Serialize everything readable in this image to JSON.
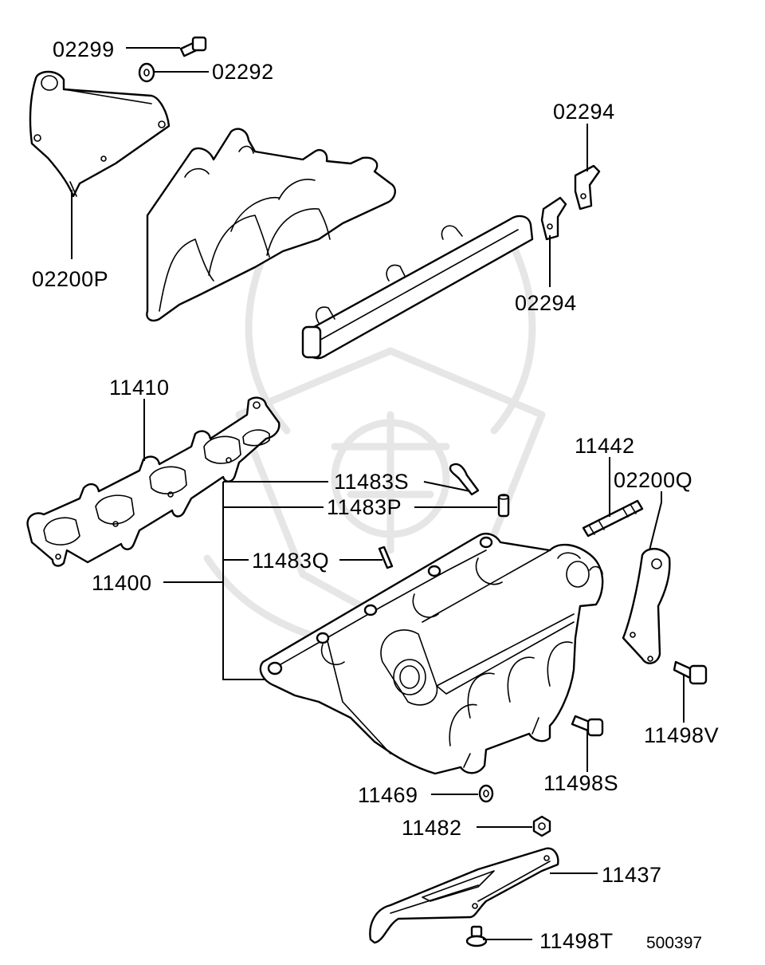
{
  "labels": {
    "p02299": "02299",
    "p02292": "02292",
    "p02200P": "02200P",
    "p02294_top": "02294",
    "p02294_bottom": "02294",
    "p11410": "11410",
    "p11442": "11442",
    "p02200Q": "02200Q",
    "p11483S": "11483S",
    "p11483P": "11483P",
    "p11483Q": "11483Q",
    "p11400": "11400",
    "p11498V": "11498V",
    "p11498S": "11498S",
    "p11469": "11469",
    "p11482": "11482",
    "p11437": "11437",
    "p11498T": "11498T"
  },
  "diagram_code": "500397"
}
